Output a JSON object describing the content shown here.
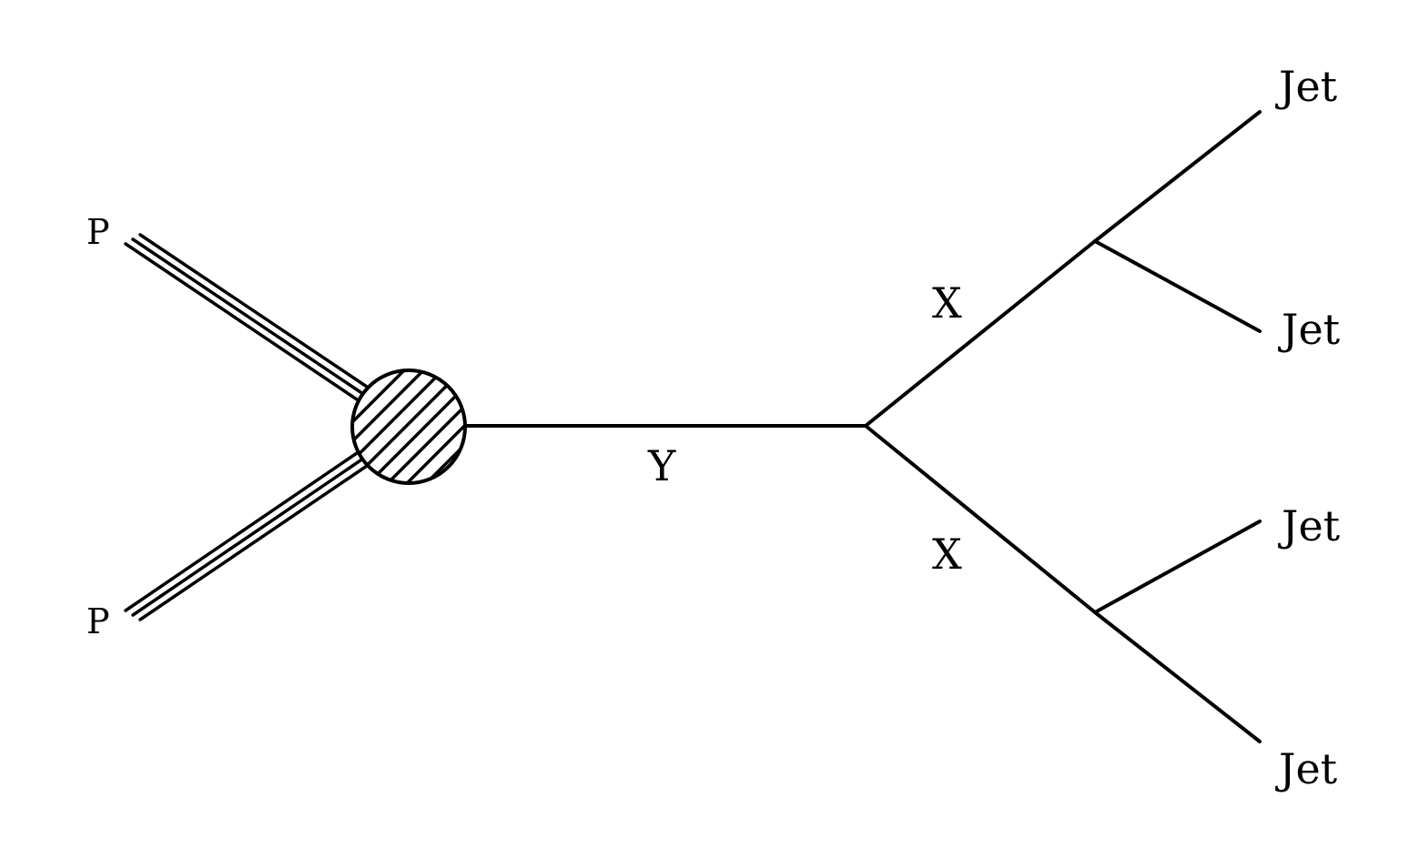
{
  "diagram": {
    "type": "feynman-diagram",
    "labels": {
      "proton_top": "P",
      "proton_bottom": "P",
      "mediator": "Y",
      "x_upper": "X",
      "x_lower": "X",
      "jet_1": "Jet",
      "jet_2": "Jet",
      "jet_3": "Jet",
      "jet_4": "Jet"
    },
    "blob_style": "hatched",
    "colors": {
      "stroke": "#000000",
      "background": "#ffffff"
    }
  }
}
